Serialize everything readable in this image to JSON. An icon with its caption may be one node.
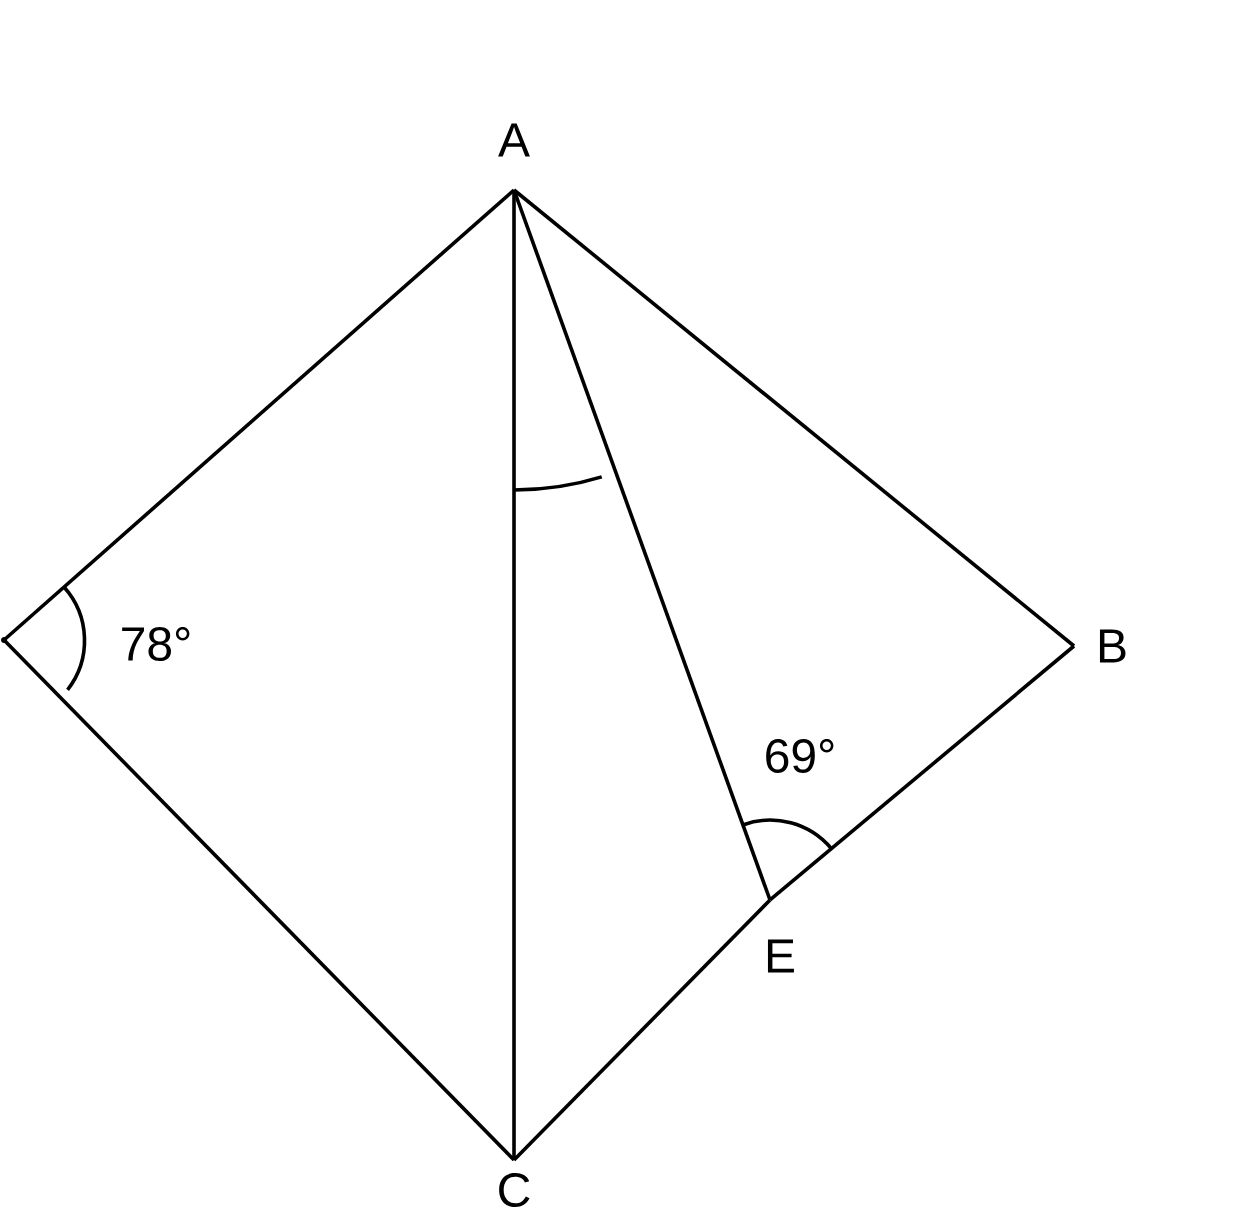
{
  "diagram": {
    "nodes": [
      {
        "text": [
          "A"
        ]
      },
      {
        "text": [],
        "shape": "point"
      },
      {
        "text": [
          "B"
        ]
      },
      {
        "text": [
          "E"
        ]
      },
      {
        "text": [
          "C"
        ]
      }
    ],
    "edges": [
      {
        "from": 0,
        "to": 1,
        "arrow": "none"
      },
      {
        "from": 0,
        "to": 2,
        "arrow": "none"
      },
      {
        "from": 0,
        "to": 4,
        "arrow": "none"
      },
      {
        "from": 0,
        "to": 3,
        "arrow": "none"
      },
      {
        "from": 1,
        "to": 4,
        "arrow": "none"
      },
      {
        "from": 2,
        "to": 3,
        "arrow": "none"
      },
      {
        "from": 3,
        "to": 4,
        "arrow": "none"
      }
    ],
    "labels": [
      "78°",
      "69°"
    ]
  }
}
